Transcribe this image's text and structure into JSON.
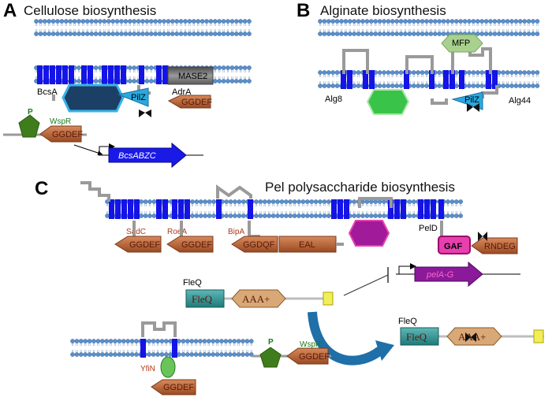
{
  "panels": {
    "a": {
      "letter": "A",
      "title": "Cellulose biosynthesis"
    },
    "b": {
      "letter": "B",
      "title": "Alginate biosynthesis"
    },
    "c": {
      "letter": "C",
      "title": "Pel polysaccharide biosynthesis"
    }
  },
  "proteins": {
    "bcsa": "BcsA",
    "pilz": "PilZ",
    "adra": "AdrA",
    "mase2": "MASE2",
    "alg8": "Alg8",
    "alg44": "Alg44",
    "mfp": "MFP",
    "sadc": "SadC",
    "roea": "RoeA",
    "bipa": "BipA",
    "peld": "PelD",
    "fleq": "FleQ",
    "wspr": "WspR",
    "yfin": "YfiN",
    "p": "P"
  },
  "domains": {
    "ggdef": "GGDEF",
    "ggdqf": "GGDQF",
    "eal": "EAL",
    "gaf": "GAF",
    "rndeg": "RNDEG",
    "aaa": "AAA+",
    "fleq": "FleQ",
    "pilz": "PilZ"
  },
  "genes": {
    "bcs": "BcsABZC",
    "pel": "pelA-G"
  },
  "colors": {
    "membrane_head": "#5b8fc9",
    "tm_helix": "#1414e6",
    "ggdef": "#b8663a",
    "pilz": "#29a9e0",
    "fleq": "#2a8f8f",
    "aaa": "#d9a877",
    "wspr_p": "#3f7d1c",
    "alg8": "#39c449",
    "pelf": "#a01a9a",
    "gaf": "#e83fae",
    "gene_bcs": "#1a1ae6",
    "gene_pel": "#8a1a9a",
    "bcsa_hex": "#1c3f66",
    "mase2": "#6e6e6e",
    "mfp": "#a8d18d"
  }
}
